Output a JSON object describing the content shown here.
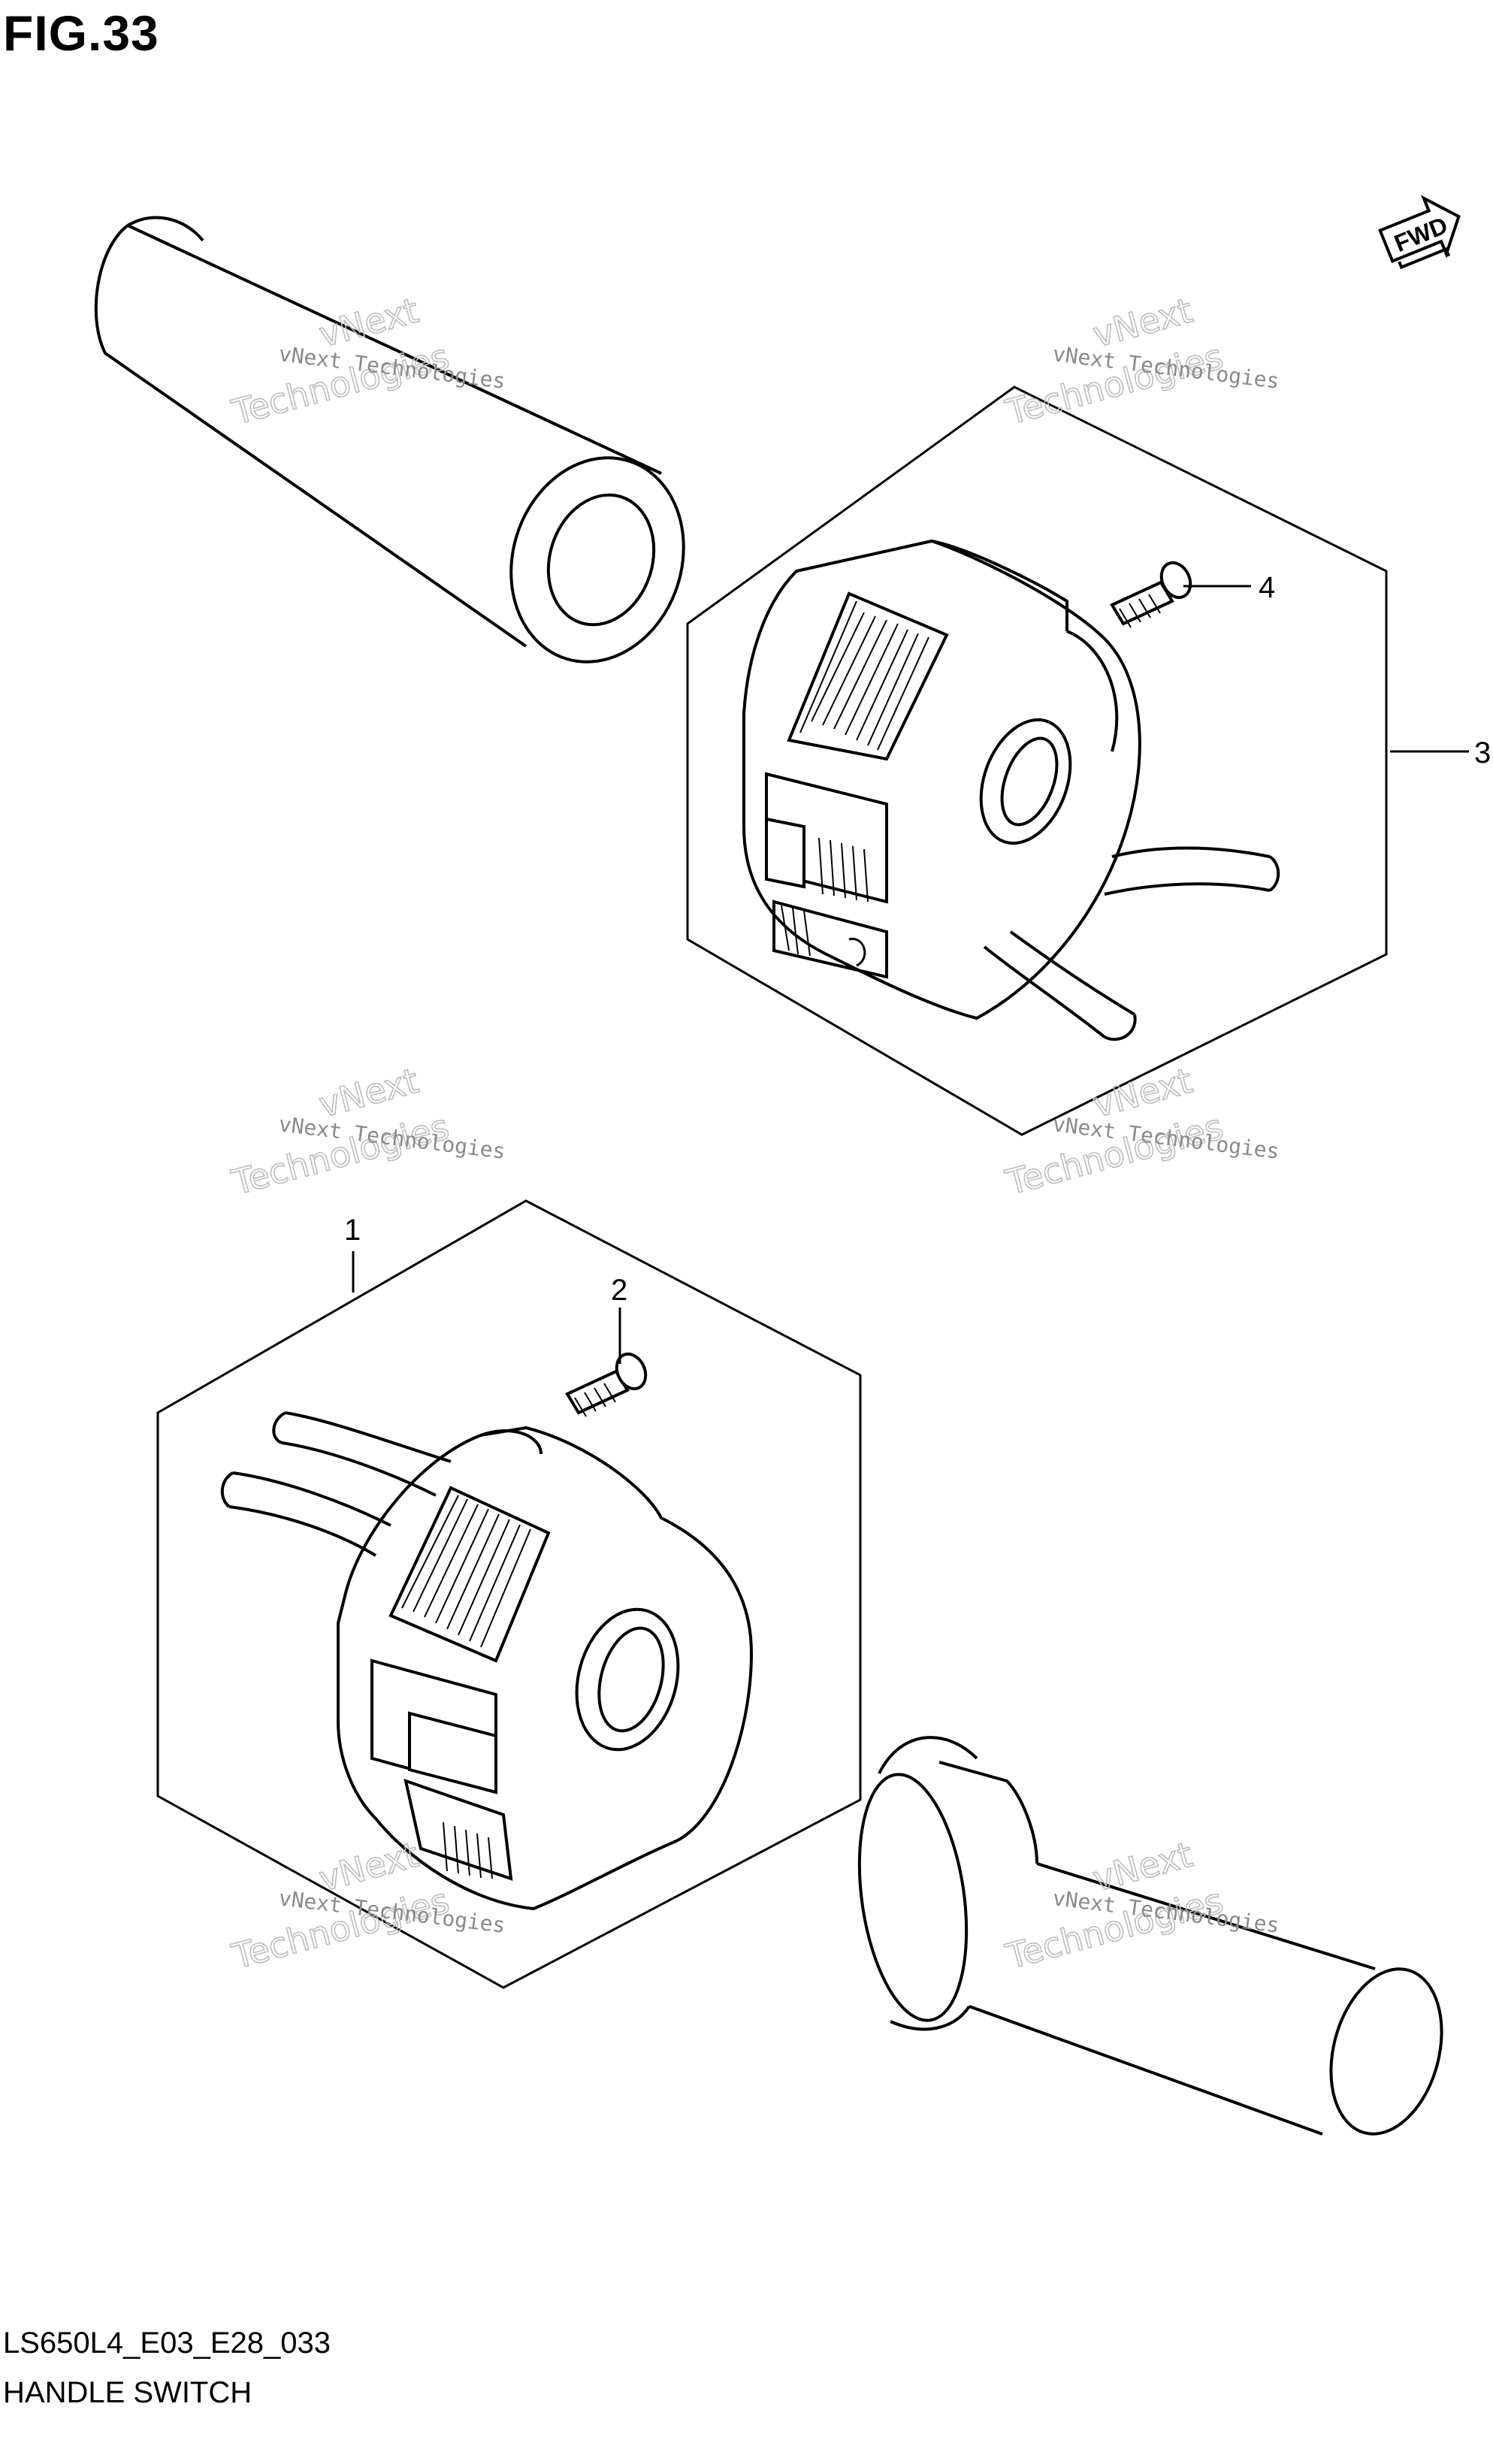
{
  "figure": {
    "title": "FIG.33",
    "code": "LS650L4_E03_E28_033",
    "name": "HANDLE SWITCH",
    "direction_badge": "FWD"
  },
  "callouts": [
    "1",
    "2",
    "3",
    "4"
  ],
  "watermark": {
    "name": "vNext Technologies",
    "brand_top": "vNext",
    "brand_bottom": "Technologies"
  },
  "colors": {
    "line": "#000000",
    "watermark": "#9a9a9a",
    "background": "#ffffff"
  }
}
